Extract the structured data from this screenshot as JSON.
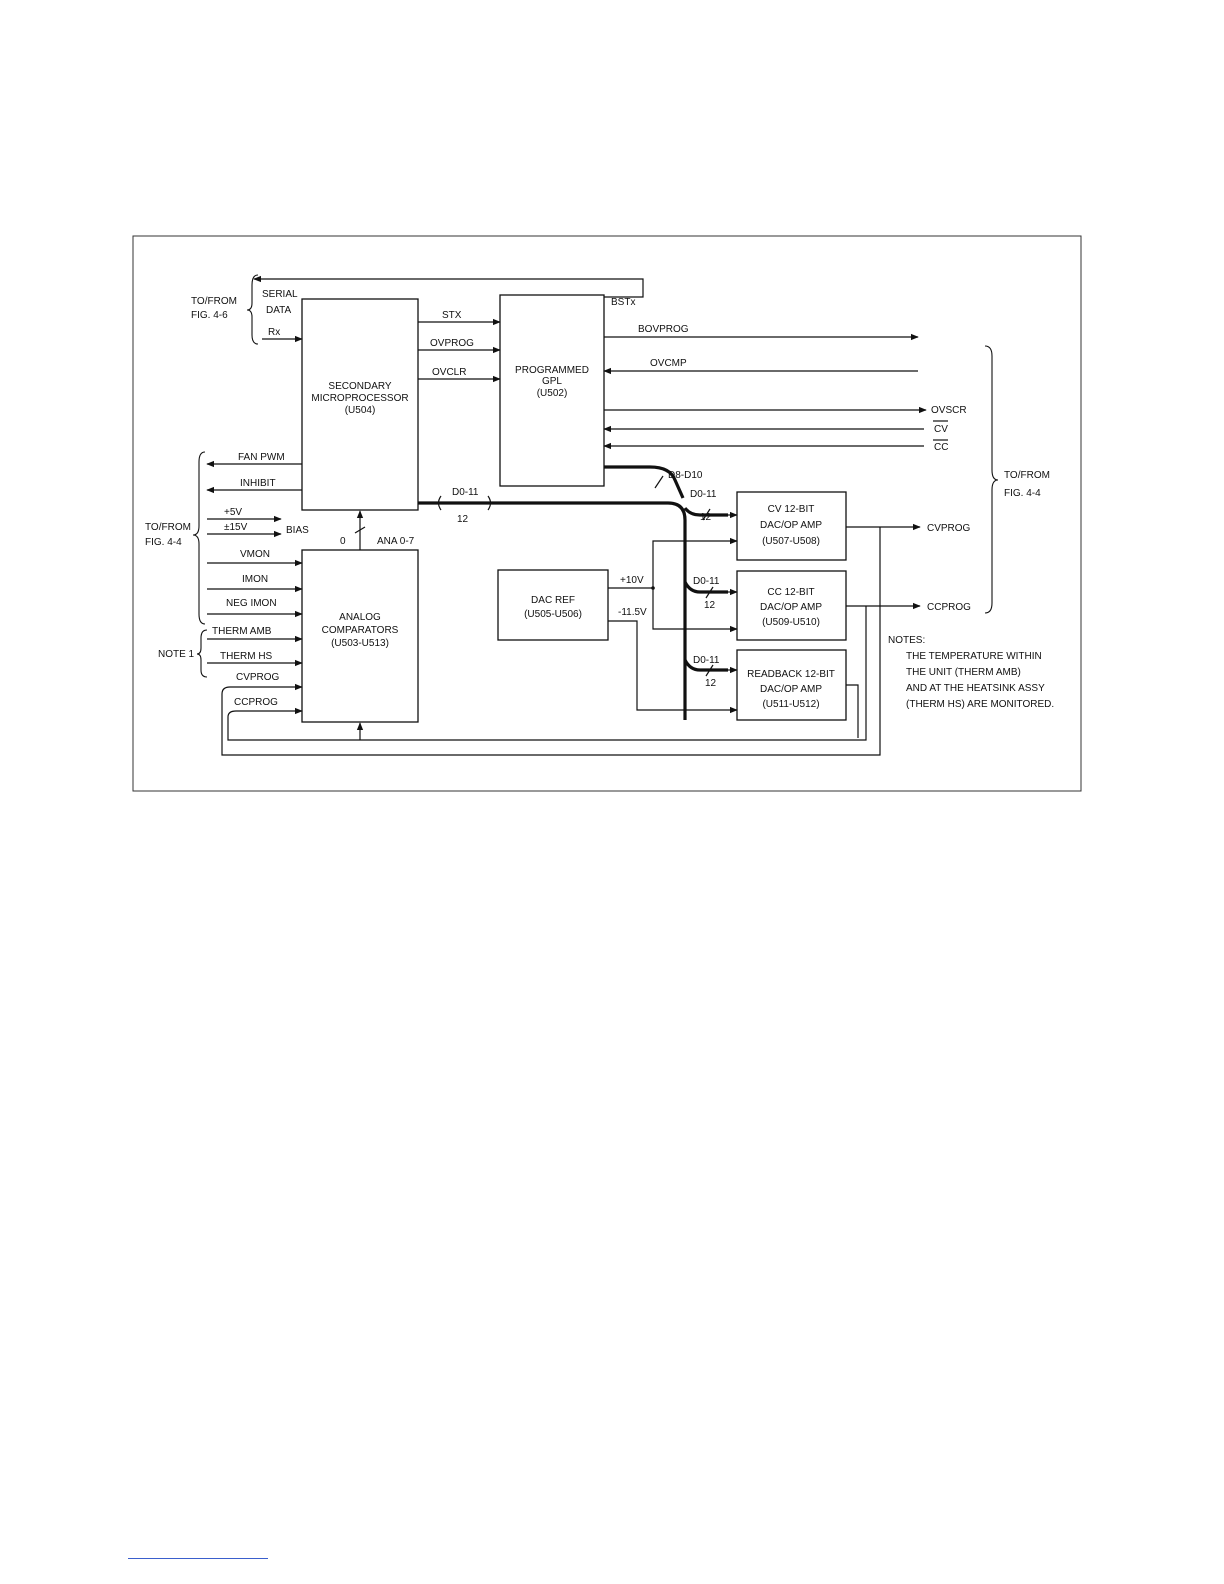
{
  "blocks": {
    "secondary_mcu": [
      "SECONDARY",
      "MICROPROCESSOR",
      "(U504)"
    ],
    "gpl": [
      "PROGRAMMED",
      "GPL",
      "(U502)"
    ],
    "comparators": [
      "ANALOG",
      "COMPARATORS",
      "(U503-U513)"
    ],
    "dac_ref": [
      "DAC REF",
      "(U505-U506)"
    ],
    "cv_dac": [
      "CV 12-BIT",
      "DAC/OP AMP",
      "(U507-U508)"
    ],
    "cc_dac": [
      "CC 12-BIT",
      "DAC/OP AMP",
      "(U509-U510)"
    ],
    "readback_dac": [
      "READBACK 12-BIT",
      "DAC/OP AMP",
      "(U511-U512)"
    ]
  },
  "references": {
    "fig46": [
      "TO/FROM",
      "FIG. 4-6"
    ],
    "fig44_left": [
      "TO/FROM",
      "FIG. 4-4"
    ],
    "fig44_right": [
      "TO/FROM",
      "FIG. 4-4"
    ],
    "note1": "NOTE 1"
  },
  "signals": {
    "serial": "SERIAL",
    "data": "DATA",
    "rx": "Rx",
    "bstx": "BSTx",
    "stx": "STX",
    "ovprog": "OVPROG",
    "ovclr": "OVCLR",
    "bovprog": "BOVPROG",
    "ovcmp": "OVCMP",
    "ovscr": "OVSCR",
    "cv_bar": "CV",
    "cc_bar": "CC",
    "fan_pwm": "FAN PWM",
    "inhibit": "INHIBIT",
    "plus5v": "+5V",
    "pm15v": "±15V",
    "bias": "BIAS",
    "vmon": "VMON",
    "imon": "IMON",
    "neg_imon": "NEG IMON",
    "therm_amb": "THERM AMB",
    "therm_hs": "THERM HS",
    "cvprog_in": "CVPROG",
    "ccprog_in": "CCPROG",
    "zero": "0",
    "ana": "ANA 0-7",
    "d8d10": "D8-D10",
    "d011_main": "D0-11",
    "twelve_main": "12",
    "d011_cv": "D0-11",
    "twelve_cv": "12",
    "d011_cc": "D0-11",
    "twelve_cc": "12",
    "d011_rb": "D0-11",
    "twelve_rb": "12",
    "plus10v": "+10V",
    "minus115v": "-11.5V",
    "cvprog_out": "CVPROG",
    "ccprog_out": "CCPROG"
  },
  "notes": [
    "NOTES:",
    "THE TEMPERATURE WITHIN",
    "THE UNIT (THERM AMB)",
    "AND AT THE HEATSINK ASSY",
    "(THERM HS) ARE MONITORED."
  ]
}
